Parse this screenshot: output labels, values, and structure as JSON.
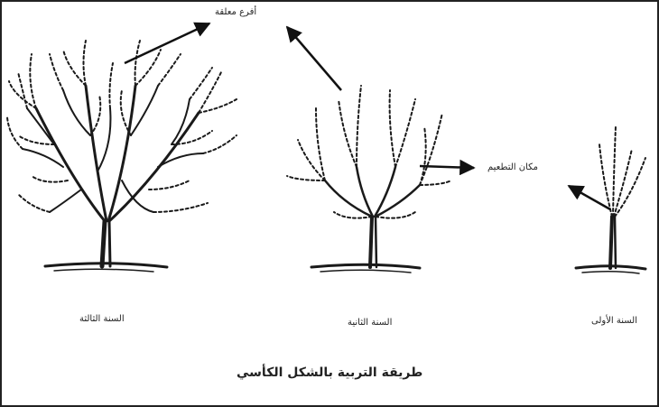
{
  "caption": "طريقة التربية بالشكل الكأسي",
  "labels": {
    "main_branches": "أفرع معلقة",
    "graft_site": "مكان التطعيم"
  },
  "stages": {
    "third_year": "السنة الثالثة",
    "second_year": "السنة الثانية",
    "first_year": "السنة الأولى"
  },
  "colors": {
    "ink": "#1a1a1a",
    "background": "#ffffff"
  }
}
